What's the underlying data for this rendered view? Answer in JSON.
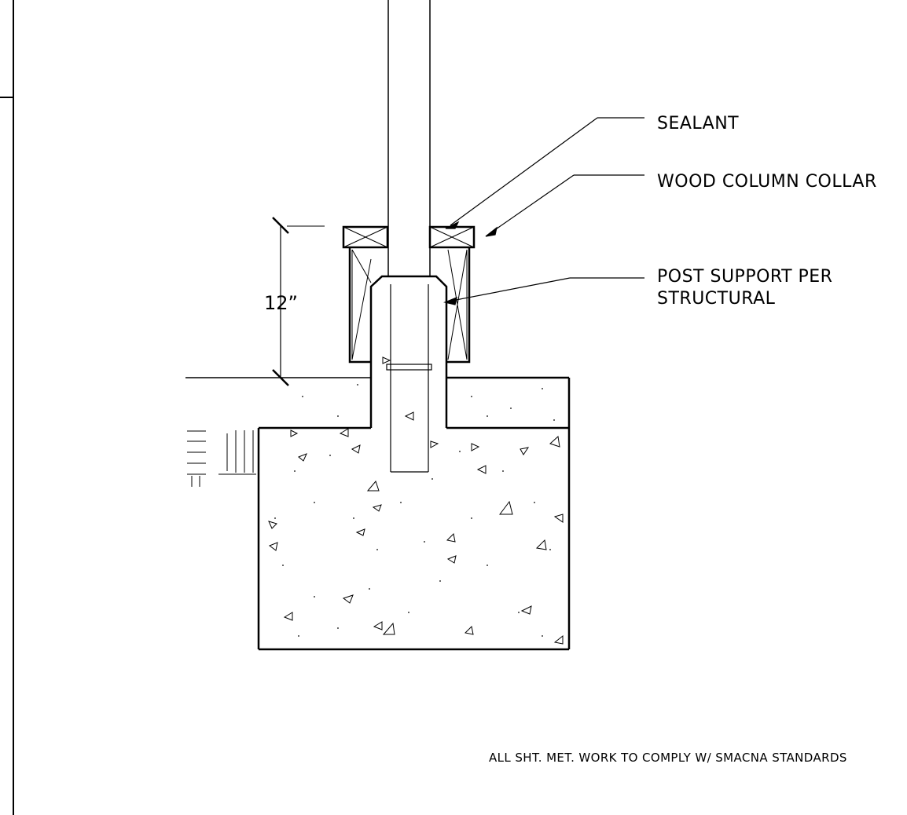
{
  "callouts": {
    "sealant": "SEALANT",
    "collar": "WOOD COLUMN COLLAR",
    "post_support_line1": "POST SUPPORT PER",
    "post_support_line2": "STRUCTURAL"
  },
  "dimension": {
    "height_label": "12”"
  },
  "general_note": "ALL SHT. MET. WORK TO COMPLY W/ SMACNA STANDARDS"
}
